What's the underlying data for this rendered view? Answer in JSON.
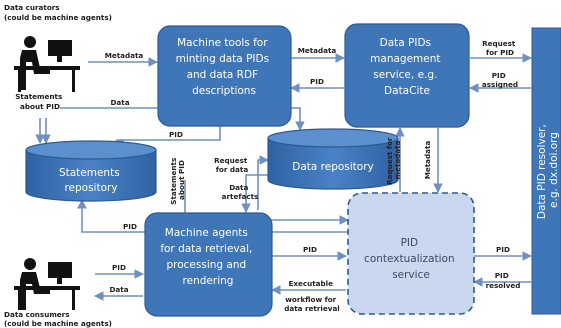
{
  "colors": {
    "box_fill": "#3f76b8",
    "box_stroke": "#2c5a93",
    "pid_service_fill": "#c9d8ee",
    "pid_service_text": "#3a4a66",
    "resolver_fill": "#3f76b8",
    "arrow": "#6f8fbf",
    "label": "#222222"
  },
  "actors": {
    "curators": {
      "lines": [
        "Data curators",
        "(could be machine agents)"
      ],
      "icon": "person-at-computer-icon"
    },
    "consumers": {
      "lines": [
        "Data consumers",
        "(could be machine agents)"
      ],
      "icon": "person-at-computer-icon"
    }
  },
  "boxes": {
    "machine_tools": [
      "Machine tools for",
      "minting data PIDs",
      "and data RDF",
      "descriptions"
    ],
    "pid_management": [
      "Data PIDs",
      "management",
      "service, e.g.",
      "DataCite"
    ],
    "statements_repo": [
      "Statements",
      "repository"
    ],
    "data_repo": [
      "Data repository"
    ],
    "machine_agents": [
      "Machine agents",
      "for data retrieval,",
      "processing and",
      "rendering"
    ],
    "pid_context": [
      "PID",
      "contextualization",
      "service"
    ],
    "resolver": [
      "Data PID resolver,",
      "e.g. dx.doi.org"
    ]
  },
  "edge_labels": {
    "metadata_1": [
      "Metadata"
    ],
    "metadata_2": [
      "Metadata"
    ],
    "request_pid": [
      "Request",
      "for PID"
    ],
    "pid_assigned": [
      "PID",
      "assigned"
    ],
    "pid_1": [
      "PID"
    ],
    "statements_about_pid": [
      "Statements",
      "about PID"
    ],
    "data_1": [
      "Data"
    ],
    "pid_2": [
      "PID"
    ],
    "request_for_data": [
      "Request",
      "for data"
    ],
    "data_artefacts": [
      "Data",
      "artefacts"
    ],
    "statements_about_pid_v": [
      "Statements",
      "about PID"
    ],
    "request_for_metadata_v": [
      "Request for",
      "metadata"
    ],
    "metadata_v": [
      "Metadata"
    ],
    "pid_3": [
      "PID"
    ],
    "pid_4": [
      "PID"
    ],
    "pid_5": [
      "PID"
    ],
    "data_2": [
      "Data"
    ],
    "pid_6": [
      "PID"
    ],
    "pid_resolved": [
      "PID",
      "resolved"
    ],
    "exec_workflow": [
      "Executable",
      "workflow for",
      "data retrieval"
    ]
  }
}
